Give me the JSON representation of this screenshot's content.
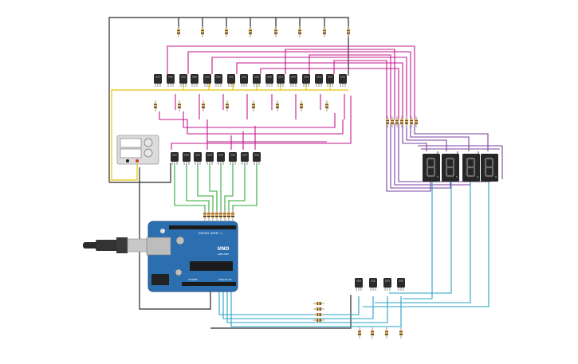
{
  "colors": {
    "background": "#ffffff",
    "wire_black": "#2a2a2a",
    "wire_magenta": "#c2188f",
    "wire_purple": "#7b3fa0",
    "wire_yellow": "#e8c400",
    "wire_green": "#2fa83a",
    "wire_cyan": "#2aa0c8",
    "transistor_body": "#2b2b2b",
    "resistor_body": "#d9b574",
    "arduino_board": "#2c6fb1",
    "arduino_chip": "#1c1c1c",
    "display_body": "#262626",
    "display_segment_off": "#6a6a6a",
    "supply_body": "#dcdcdc"
  },
  "arduino": {
    "brand": "ARDUINO",
    "model": "UNO",
    "digital_label": "DIGITAL (PWM ~)",
    "power_label": "POWER",
    "analog_label": "ANALOG IN"
  },
  "counts": {
    "top_transistors": 16,
    "mid_transistors": 8,
    "bottom_transistors": 4,
    "seven_segment_digits": 4
  },
  "icons": {
    "usb": "usb-plug-icon",
    "power_supply": "power-supply-icon"
  }
}
